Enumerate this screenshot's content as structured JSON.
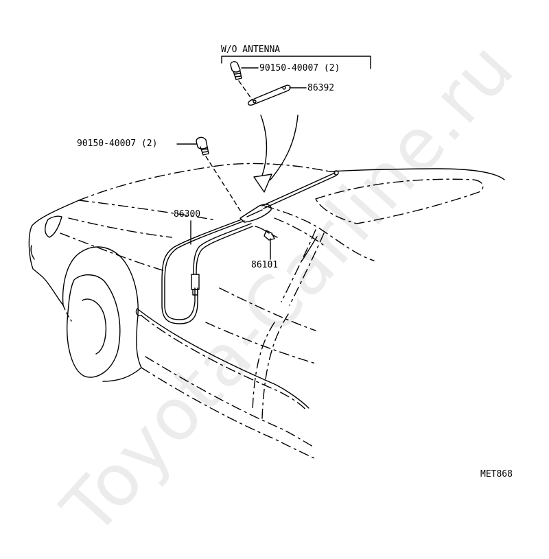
{
  "title": "",
  "watermark": "Toyota-Carline.ru",
  "diagram_code": "MET868",
  "variant_label": "W/O ANTENNA",
  "parts": {
    "bolt_top": "90150-40007 (2)",
    "bracket": "86392",
    "bolt_left": "90150-40007 (2)",
    "cable": "86300",
    "antenna": "86101"
  }
}
